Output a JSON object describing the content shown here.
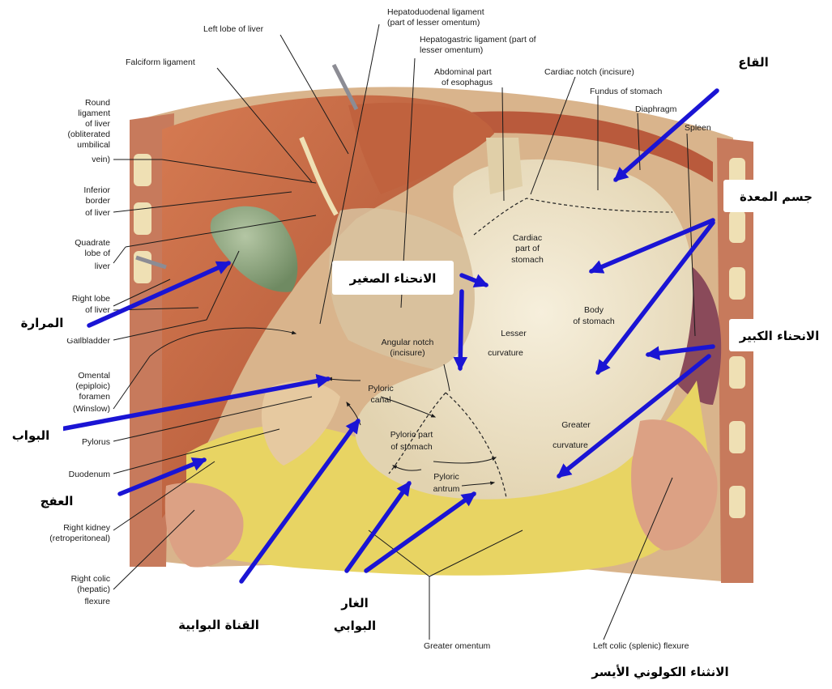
{
  "english_labels": {
    "hepatoduodenal": "Hepatoduodenal ligament",
    "hepatoduodenal_sub": "(part of lesser omentum)",
    "hepatogastric": "Hepatogastric ligament (part of",
    "hepatogastric_sub": "lesser omentum)",
    "left_lobe": "Left lobe of liver",
    "falciform": "Falciform ligament",
    "abdominal_esophagus_1": "Abdominal part",
    "abdominal_esophagus_2": "of esophagus",
    "cardiac_notch": "Cardiac notch (incisure)",
    "fundus": "Fundus of stomach",
    "diaphragm": "Diaphragm",
    "spleen": "Spleen",
    "round_lig_1": "Round",
    "round_lig_2": "ligament",
    "round_lig_3": "of liver",
    "round_lig_4": "(obliterated",
    "round_lig_5": "umbilical",
    "round_lig_6": "vein)",
    "inferior_border_1": "Inferior",
    "inferior_border_2": "border",
    "inferior_border_3": "of liver",
    "quadrate_1": "Quadrate",
    "quadrate_2": "lobe of",
    "quadrate_3": "liver",
    "right_lobe_1": "Right lobe",
    "right_lobe_2": "of liver",
    "gallbladder": "Gallbladder",
    "omental_1": "Omental",
    "omental_2": "(epiploic)",
    "omental_3": "foramen",
    "omental_4": "(Winslow)",
    "pylorus": "Pylorus",
    "duodenum": "Duodenum",
    "right_kidney_1": "Right kidney",
    "right_kidney_2": "(retroperitoneal)",
    "right_colic_1": "Right colic",
    "right_colic_2": "(hepatic)",
    "right_colic_3": "flexure",
    "cardiac_part_1": "Cardiac",
    "cardiac_part_2": "part of",
    "cardiac_part_3": "stomach",
    "body_1": "Body",
    "body_2": "of stomach",
    "lesser_1": "Lesser",
    "lesser_2": "curvature",
    "angular_1": "Angular notch",
    "angular_2": "(incisure)",
    "pyloric_canal_1": "Pyloric",
    "pyloric_canal_2": "canal",
    "pyloric_part_1": "Pyloric part",
    "pyloric_part_2": "of stomach",
    "pyloric_antrum_1": "Pyloric",
    "pyloric_antrum_2": "antrum",
    "greater_1": "Greater",
    "greater_2": "curvature",
    "greater_omentum": "Greater omentum",
    "left_colic": "Left colic (splenic) flexure"
  },
  "arabic_labels": {
    "fundus": "القاع",
    "body": "جسم المعدة",
    "lesser_curvature": "الانحناء الصغير",
    "greater_curvature": "الانحناء الكبير",
    "gallbladder": "المرارة",
    "pylorus": "البواب",
    "duodenum": "العفج",
    "pyloric_canal": "القناة البوابية",
    "pyloric_antrum_1": "الغار",
    "pyloric_antrum_2": "البوابي",
    "left_colic_flexure": "الانثناء الكولوني الأيسر"
  },
  "colors": {
    "arrow_blue": "#1a14d4",
    "liver": "#c96a45",
    "stomach": "#efe6cf",
    "fat": "#e8d463",
    "gallbladder": "#8fa87f"
  }
}
